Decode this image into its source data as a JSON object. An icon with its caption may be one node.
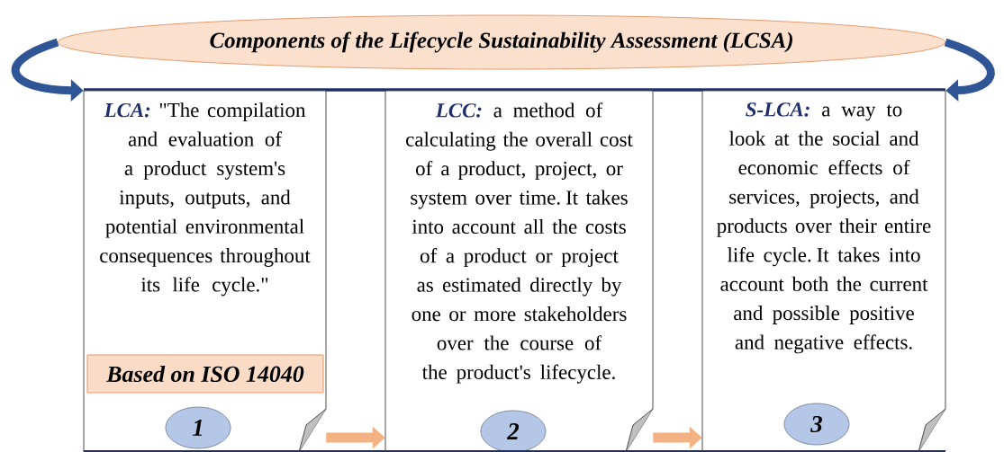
{
  "diagram": {
    "nodes": [
      {
        "text": [
          "Components of the Lifecycle Sustainability Assessment (LCSA)"
        ]
      },
      {
        "text": [
          "**LCA:** \"The compilation and evaluation of a product system's inputs, outputs, and potential environmental consequences throughout its life cycle.\""
        ]
      },
      {
        "text": [
          "Based on ISO 14040"
        ],
        "in": 1
      },
      {
        "text": [
          "1"
        ],
        "in": 1
      },
      {
        "text": [
          "**LCC:** a method of calculating the overall cost of a product, project, or system over time. It takes into account all the costs of a product or project as estimated directly by one or more stakeholders over the course of the product's lifecycle."
        ]
      },
      {
        "text": [
          "2"
        ],
        "in": 4
      },
      {
        "text": [
          "**S-LCA:** a way to look at the social and economic effects of services, projects, and products over their entire life cycle. It takes into account both the current and possible positive and negative effects."
        ]
      },
      {
        "text": [
          "3"
        ],
        "in": 6
      }
    ],
    "edges": [
      {
        "from": 0,
        "to": 1,
        "arrow": "to",
        "color": "#2f5597"
      },
      {
        "from": 0,
        "to": 6,
        "arrow": "to",
        "color": "#2f5597"
      },
      {
        "from": 1,
        "to": 4,
        "arrow": "to",
        "color": "#f4b183"
      },
      {
        "from": 4,
        "to": 6,
        "arrow": "to",
        "color": "#f4b183"
      }
    ]
  }
}
